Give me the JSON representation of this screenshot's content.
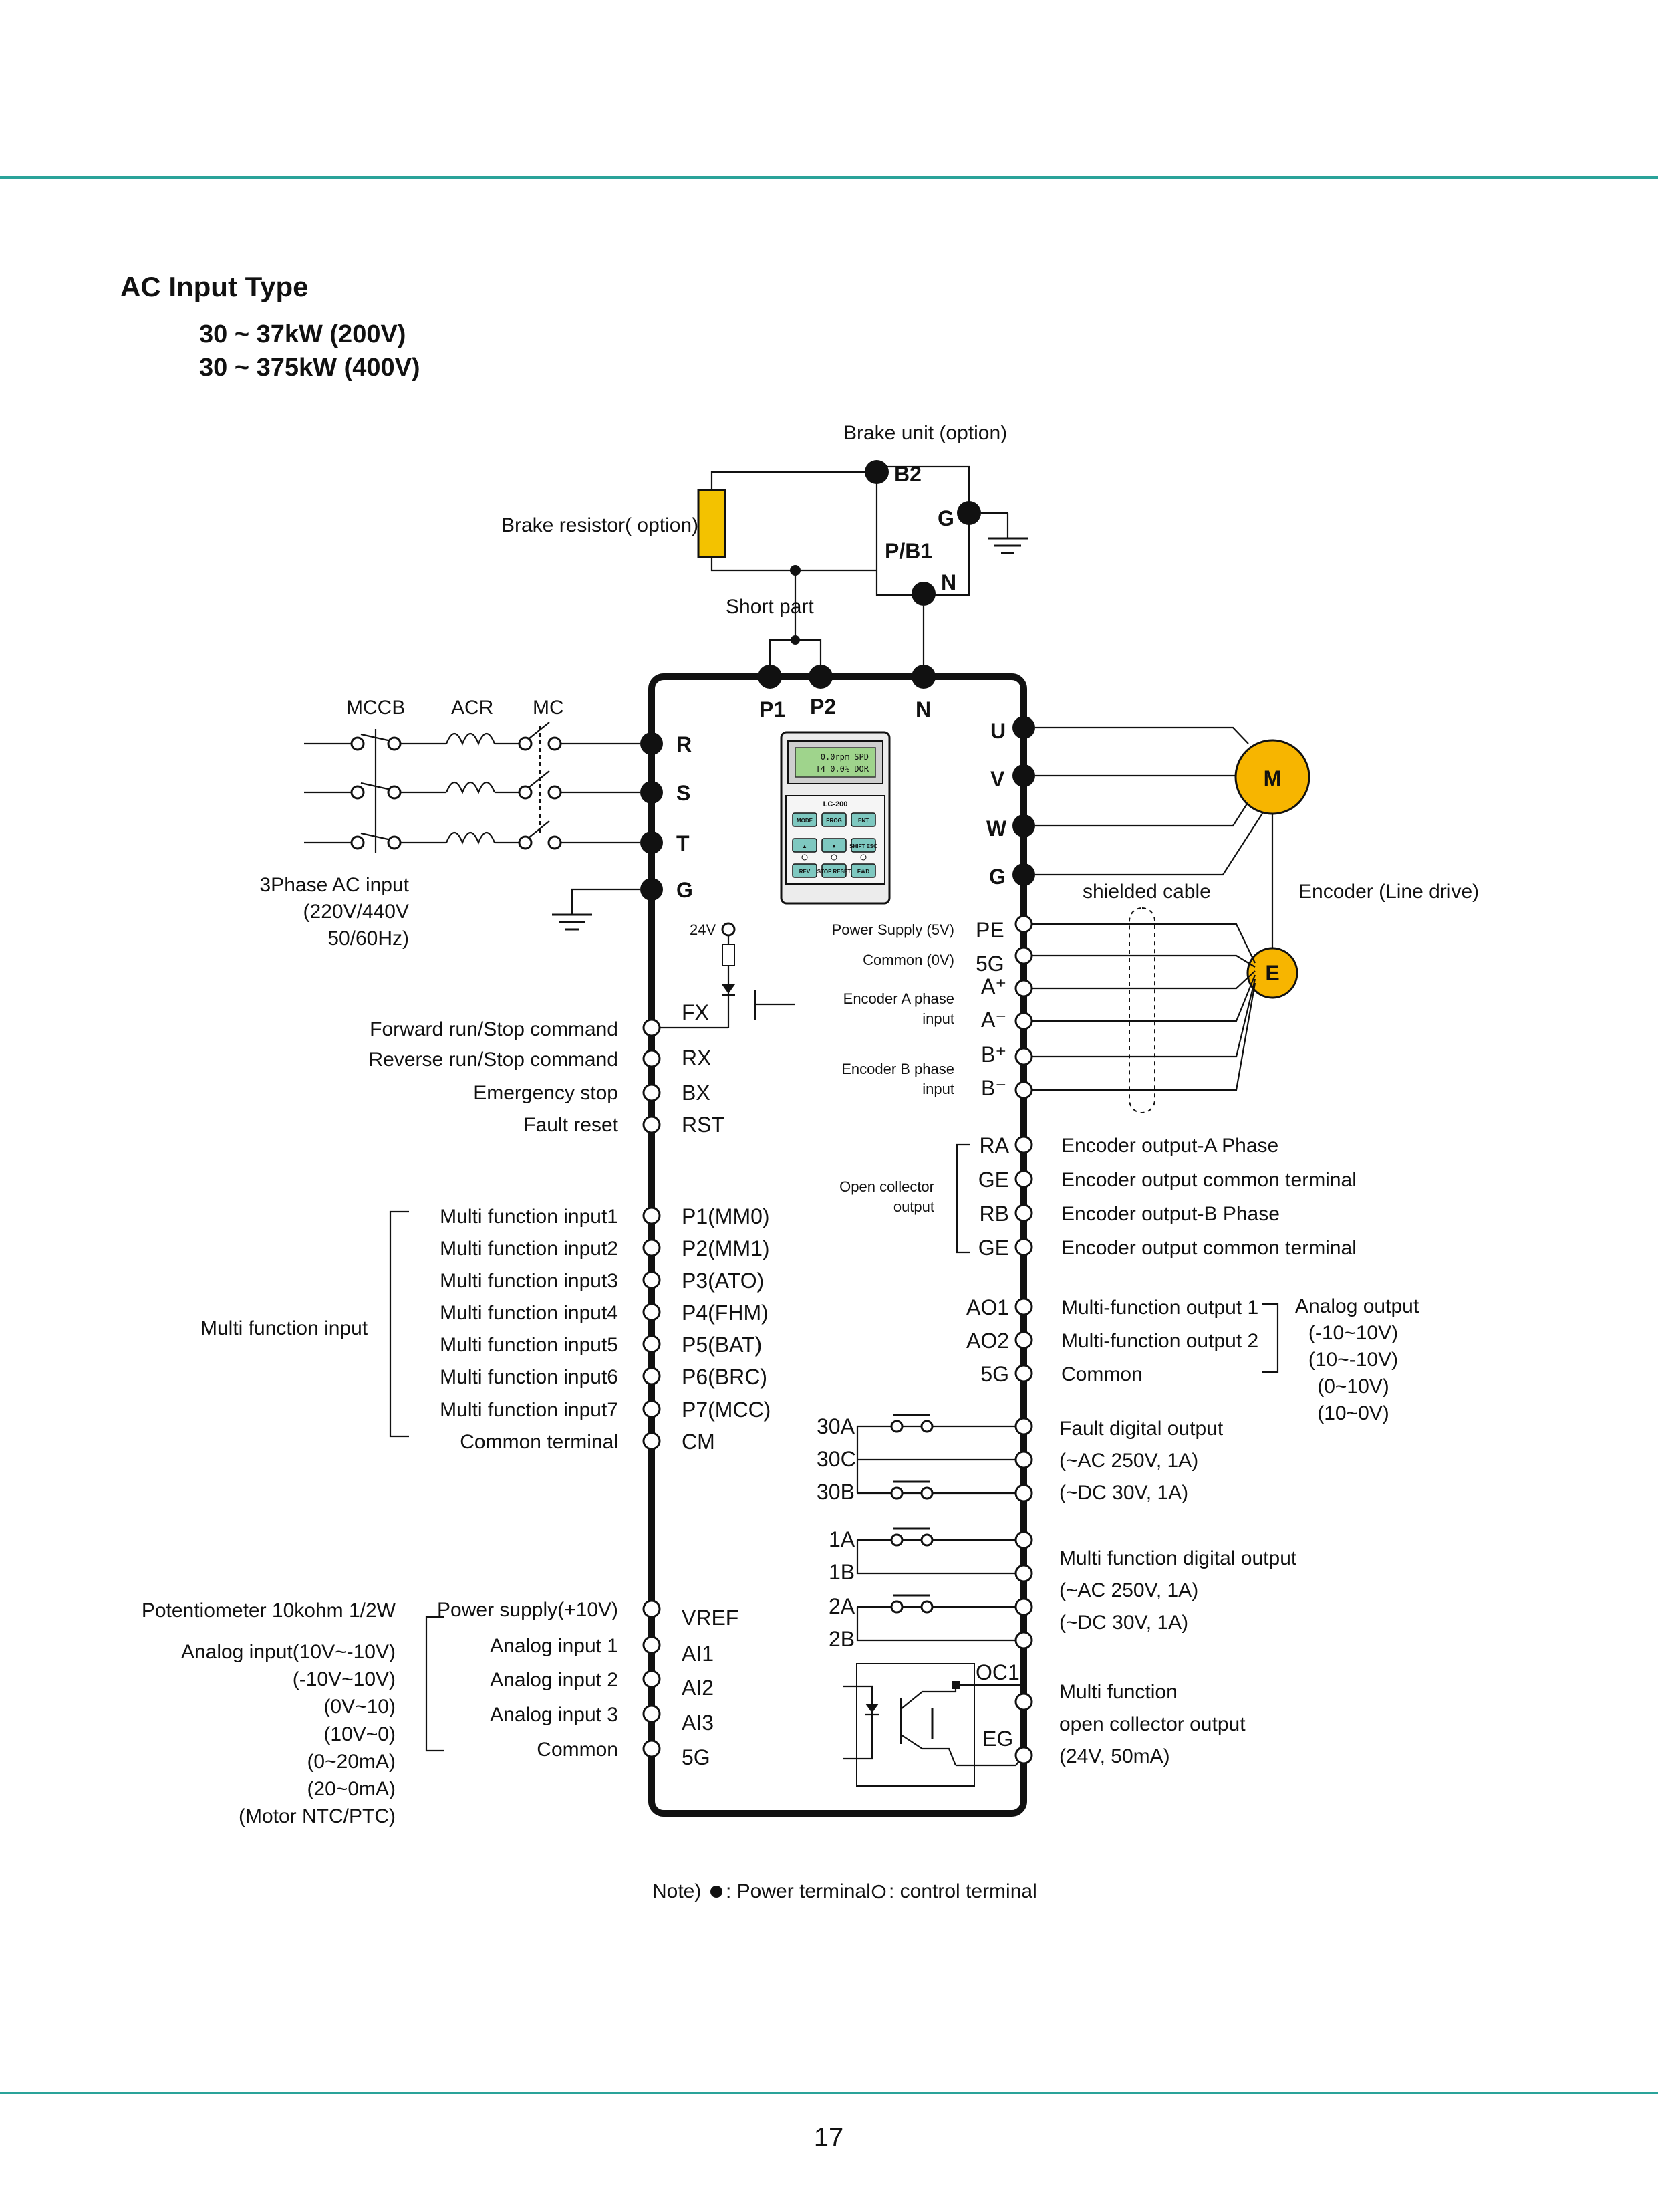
{
  "colors": {
    "rule": "#2aa39a",
    "motor_fill": "#f7b500",
    "resistor_fill": "#f3c200",
    "lcd": "#9fd48c",
    "key": "#7ec8c0"
  },
  "header": {
    "title": "AC Input Type",
    "range_200v": "30 ~ 37kW (200V)",
    "range_400v": "30 ~ 375kW (400V)"
  },
  "brake": {
    "unit_label": "Brake unit (option)",
    "resistor_label": "Brake resistor( option)",
    "short_label": "Short part",
    "b2": "B2",
    "g": "G",
    "pb1": "P/B1",
    "n": "N"
  },
  "power_top": {
    "p1": "P1",
    "p2": "P2",
    "n": "N"
  },
  "input_side": {
    "mccb": "MCCB",
    "acr": "ACR",
    "mc": "MC",
    "r": "R",
    "s": "S",
    "t": "T",
    "g": "G",
    "ac_line1": "3Phase AC input",
    "ac_line2": "(220V/440V",
    "ac_line3": "50/60Hz)"
  },
  "output_side": {
    "u": "U",
    "v": "V",
    "w": "W",
    "g": "G",
    "motor": "M",
    "encoder": "E",
    "shielded": "shielded cable",
    "encoder_label": "Encoder (Line drive)"
  },
  "keypad": {
    "model": "LC-200",
    "lcd_line1": "0.0rpm  SPD",
    "lcd_line2": "T4  0.0%  DOR",
    "keys": [
      "MODE",
      "PROG",
      "ENT",
      "▲",
      "▼",
      "SHIFT ESC",
      "REV",
      "STOP RESET",
      "FWD"
    ]
  },
  "encoder_in": {
    "psu": "Power Supply (5V)",
    "common": "Common (0V)",
    "a_phase": "Encoder A phase",
    "b_phase": "Encoder B phase",
    "input": "input",
    "pe": "PE",
    "g5": "5G",
    "a_plus": "A⁺",
    "a_minus": "A⁻",
    "b_plus": "B⁺",
    "b_minus": "B⁻"
  },
  "sequence": {
    "v24": "24V",
    "fx_label": "Forward run/Stop command",
    "rx_label": "Reverse run/Stop command",
    "bx_label": "Emergency stop",
    "rst_label": "Fault reset",
    "fx": "FX",
    "rx": "RX",
    "bx": "BX",
    "rst": "RST"
  },
  "multi_in": {
    "group": "Multi function input",
    "labels": [
      "Multi function input1",
      "Multi function input2",
      "Multi function input3",
      "Multi function input4",
      "Multi function input5",
      "Multi function input6",
      "Multi function input7",
      "Common terminal"
    ],
    "terminals": [
      "P1(MM0)",
      "P2(MM1)",
      "P3(ATO)",
      "P4(FHM)",
      "P5(BAT)",
      "P6(BRC)",
      "P7(MCC)",
      "CM"
    ]
  },
  "enc_out": {
    "oc_line1": "Open collector",
    "oc_line2": "output",
    "terminals": [
      "RA",
      "GE",
      "RB",
      "GE"
    ],
    "labels": [
      "Encoder output-A Phase",
      "Encoder output common terminal",
      "Encoder output-B Phase",
      "Encoder output common terminal"
    ]
  },
  "analog_out": {
    "terminals": [
      "AO1",
      "AO2",
      "5G"
    ],
    "labels": [
      "Multi-function output 1",
      "Multi-function output 2",
      "Common"
    ],
    "group": "Analog output",
    "ranges": [
      "(-10~10V)",
      "(10~-10V)",
      "(0~10V)",
      "(10~0V)"
    ]
  },
  "fault_out": {
    "t30a": "30A",
    "t30c": "30C",
    "t30b": "30B",
    "label1": "Fault digital output",
    "label2": "(~AC 250V, 1A)",
    "label3": "(~DC 30V, 1A)"
  },
  "relay_out": {
    "t1a": "1A",
    "t1b": "1B",
    "t2a": "2A",
    "t2b": "2B",
    "label1": "Multi function digital output",
    "label2": "(~AC 250V, 1A)",
    "label3": "(~DC 30V, 1A)"
  },
  "oc_out": {
    "oc1": "OC1",
    "eg": "EG",
    "label1": "Multi function",
    "label2": "open collector output",
    "label3": "(24V, 50mA)"
  },
  "analog_in": {
    "pot": "Potentiometer 10kohm 1/2W",
    "ranges": [
      "Analog input(10V~-10V)",
      "(-10V~10V)",
      "(0V~10)",
      "(10V~0)",
      "(0~20mA)",
      "(20~0mA)",
      "(Motor NTC/PTC)"
    ],
    "labels": [
      "Power supply(+10V)",
      "Analog input 1",
      "Analog input 2",
      "Analog input 3",
      "Common"
    ],
    "terminals": [
      "VREF",
      "AI1",
      "AI2",
      "AI3",
      "5G"
    ]
  },
  "note": {
    "prefix": "Note) ",
    "power": ": Power terminal",
    "control": ": control terminal"
  },
  "page_number": "17"
}
